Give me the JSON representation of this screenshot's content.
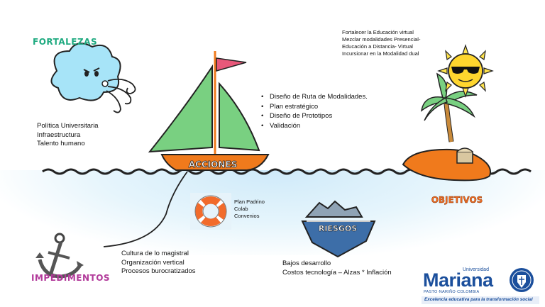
{
  "fortalezas": {
    "title": "FORTALEZAS",
    "items": [
      "Política Universitaria",
      "Infraestructura",
      "Talento humano"
    ]
  },
  "acciones": {
    "title": "ACCIONES",
    "items": [
      "Diseño de Ruta de Modalidades.",
      "Plan estratégico",
      "Diseño de Prototipos",
      "Validación"
    ]
  },
  "objetivos": {
    "title": "OBJETIVOS",
    "items": [
      "Fortalecer la Educación virtual",
      "Mezclar modalidades Presencial-",
      "Educación a Distancia- Virtual",
      "Incursionar en la Modalidad dual"
    ]
  },
  "salvavidas": {
    "items": [
      "Plan Padrino",
      "Colab",
      "Convenios"
    ]
  },
  "riesgos": {
    "title": "RIESGOS",
    "items": [
      "Bajos desarrollo",
      "Costos tecnología – Alzas * Inflación"
    ]
  },
  "impedimentos": {
    "title": "IMPEDIMENTOS",
    "items": [
      "Cultura de lo magistral",
      "Organización vertical",
      "Procesos burocratizados"
    ]
  },
  "logo": {
    "name": "Mariana",
    "universidad": "Universidad",
    "place": "PASTO·NARIÑO·COLOMBIA",
    "tagline": "Excelencia educativa para la transformación social"
  },
  "colors": {
    "fortalezas": "#1faa80",
    "impedimentos": "#b23a9a",
    "objetivos": "#f06a1e",
    "sail": "#79d081",
    "hull": "#f07a1c",
    "flag": "#e8587a",
    "sea": "#d6eefb",
    "brand": "#1b4f9c"
  }
}
